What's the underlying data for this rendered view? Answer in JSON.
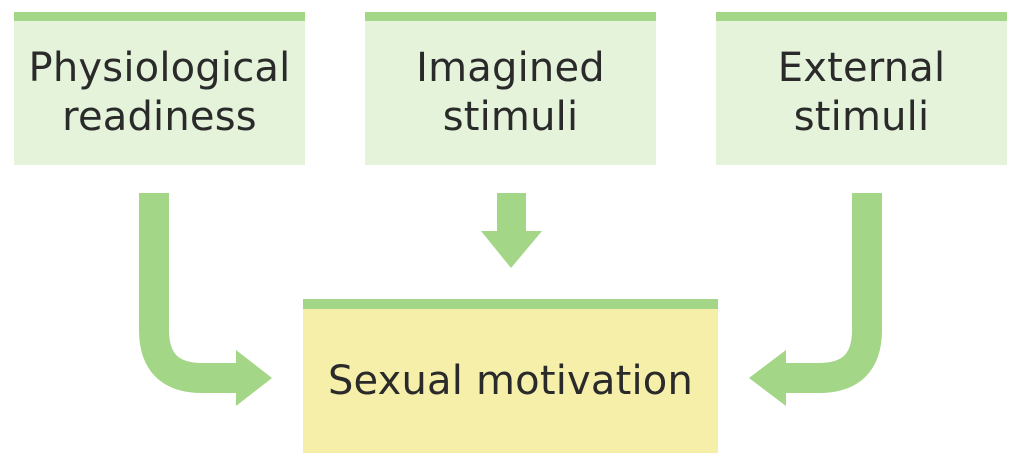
{
  "diagram": {
    "inputs": [
      {
        "id": "physiological",
        "lines": [
          "Physiological",
          "readiness"
        ]
      },
      {
        "id": "imagined",
        "lines": [
          "Imagined",
          "stimuli"
        ]
      },
      {
        "id": "external",
        "lines": [
          "External",
          "stimuli"
        ]
      }
    ],
    "outcome": {
      "label": "Sexual motivation"
    },
    "colors": {
      "input_fill": "#e4f3da",
      "outcome_fill": "#f6efaa",
      "accent_green": "#a3d686"
    }
  }
}
